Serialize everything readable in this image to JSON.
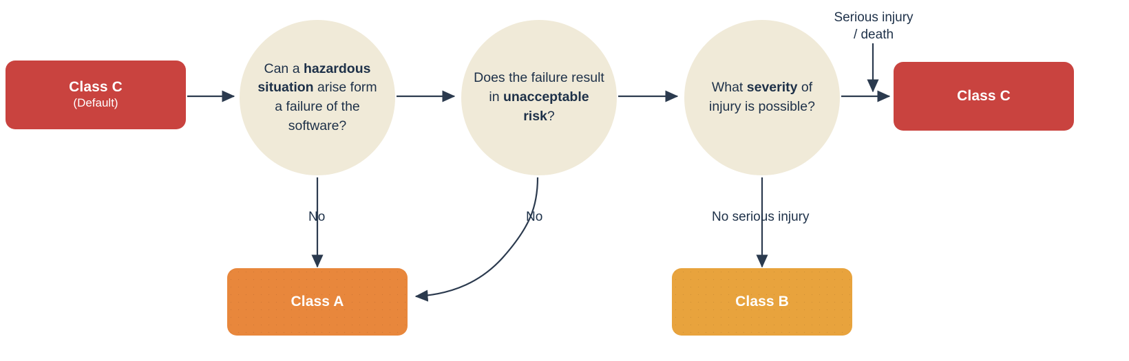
{
  "diagram": {
    "title": "Software Safety Classification Decision Flow",
    "colors": {
      "class_c_red": "#C9433F",
      "class_a_orange": "#E8873C",
      "class_b_amber": "#E8A33D",
      "circle_beige": "#F0EAD8",
      "edge_navy": "#2B3A4E",
      "text_navy": "#1D3048",
      "background": "#FFFFFF"
    },
    "nodes": {
      "start_class_c": {
        "title": "Class C",
        "subtitle": "(Default)",
        "shape": "rounded-rect",
        "color": "#C9433F"
      },
      "decision_hazard": {
        "shape": "circle",
        "color": "#F0EAD8",
        "lines": [
          [
            {
              "t": "Can a ",
              "b": false
            },
            {
              "t": "hazardous",
              "b": true
            }
          ],
          [
            {
              "t": "situation",
              "b": true
            },
            {
              "t": " arise form",
              "b": false
            }
          ],
          [
            {
              "t": "a failure of the",
              "b": false
            }
          ],
          [
            {
              "t": "software?",
              "b": false
            }
          ]
        ]
      },
      "decision_risk": {
        "shape": "circle",
        "color": "#F0EAD8",
        "lines": [
          [
            {
              "t": "Does the failure result",
              "b": false
            }
          ],
          [
            {
              "t": "in ",
              "b": false
            },
            {
              "t": "unacceptable risk",
              "b": true
            },
            {
              "t": "?",
              "b": false
            }
          ]
        ]
      },
      "decision_severity": {
        "shape": "circle",
        "color": "#F0EAD8",
        "lines": [
          [
            {
              "t": "What ",
              "b": false
            },
            {
              "t": "severity",
              "b": true
            },
            {
              "t": " of",
              "b": false
            }
          ],
          [
            {
              "t": "injury is possible?",
              "b": false
            }
          ]
        ]
      },
      "end_class_c": {
        "title": "Class C",
        "subtitle": "",
        "shape": "rounded-rect",
        "color": "#C9433F"
      },
      "end_class_a": {
        "title": "Class A",
        "subtitle": "",
        "shape": "rounded-rect",
        "color": "#E8873C"
      },
      "end_class_b": {
        "title": "Class B",
        "subtitle": "",
        "shape": "rounded-rect",
        "color": "#E8A33D"
      }
    },
    "edge_labels": {
      "hazard_no": "No",
      "risk_no": "No",
      "severity_no_serious": "No serious injury",
      "severity_serious_line1": "Serious injury",
      "severity_serious_line2": "/ death"
    }
  }
}
